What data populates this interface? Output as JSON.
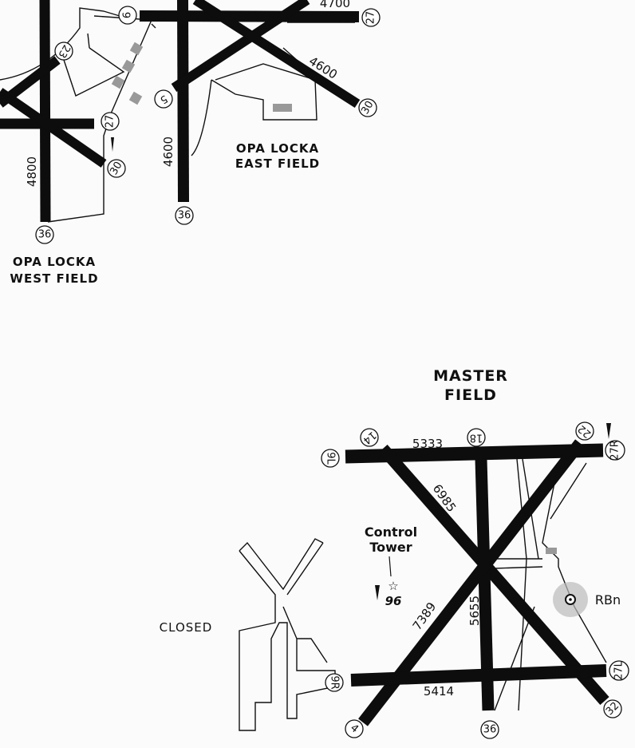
{
  "west_field": {
    "name_line1": "OPA LOCKA",
    "name_line2": "WEST FIELD",
    "runway_length": "4800",
    "runway_ends": [
      "23",
      "27",
      "30",
      "36"
    ]
  },
  "east_field": {
    "name_line1": "OPA LOCKA",
    "name_line2": "EAST FIELD",
    "runway_lengths": [
      "4700",
      "4600",
      "4600"
    ],
    "runway_ends": [
      "6",
      "27",
      "5",
      "30",
      "36"
    ]
  },
  "master_field": {
    "name_line1": "MASTER",
    "name_line2": "FIELD",
    "runway_lengths": [
      "5333",
      "6985",
      "7389",
      "5655",
      "5414"
    ],
    "runway_ends": [
      "9L",
      "14",
      "18",
      "22",
      "27R",
      "27L",
      "32",
      "36",
      "4",
      "9R"
    ],
    "control_tower_line1": "Control",
    "control_tower_line2": "Tower",
    "elevation": "96",
    "beacon_label": "RBn"
  },
  "closed_field": {
    "label": "CLOSED"
  },
  "colors": {
    "runway": "#0d0d0d",
    "background": "#fbfbfb",
    "building": "#999999"
  }
}
